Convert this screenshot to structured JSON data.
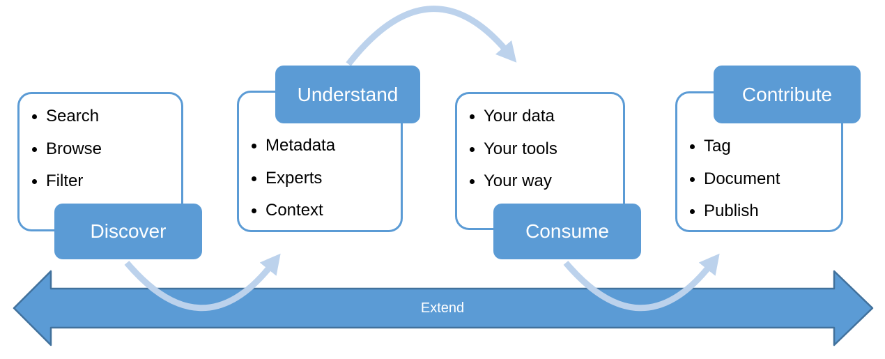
{
  "diagram": {
    "groups": [
      {
        "label": "Discover",
        "label_position": "bottom",
        "items": [
          "Search",
          "Browse",
          "Filter"
        ]
      },
      {
        "label": "Understand",
        "label_position": "top",
        "items": [
          "Metadata",
          "Experts",
          "Context"
        ]
      },
      {
        "label": "Consume",
        "label_position": "bottom",
        "items": [
          "Your data",
          "Your tools",
          "Your way"
        ]
      },
      {
        "label": "Contribute",
        "label_position": "top",
        "items": [
          "Tag",
          "Document",
          "Publish"
        ]
      }
    ],
    "extend_arrow": {
      "label": "Extend",
      "direction": "double-headed-horizontal"
    },
    "flow_arrows": [
      {
        "from": "Discover",
        "to": "Understand",
        "shape": "arc-below"
      },
      {
        "from": "Understand",
        "to": "Consume",
        "shape": "arc-above"
      },
      {
        "from": "Consume",
        "to": "Contribute",
        "shape": "arc-below"
      }
    ],
    "colors": {
      "primary_blue": "#5B9BD5",
      "extend_border_blue": "#41719C",
      "arc_light_blue": "#BCD2EC",
      "card_border_blue": "#5B9BD5",
      "bullet_text": "#000000",
      "label_text": "#FFFFFF"
    }
  }
}
